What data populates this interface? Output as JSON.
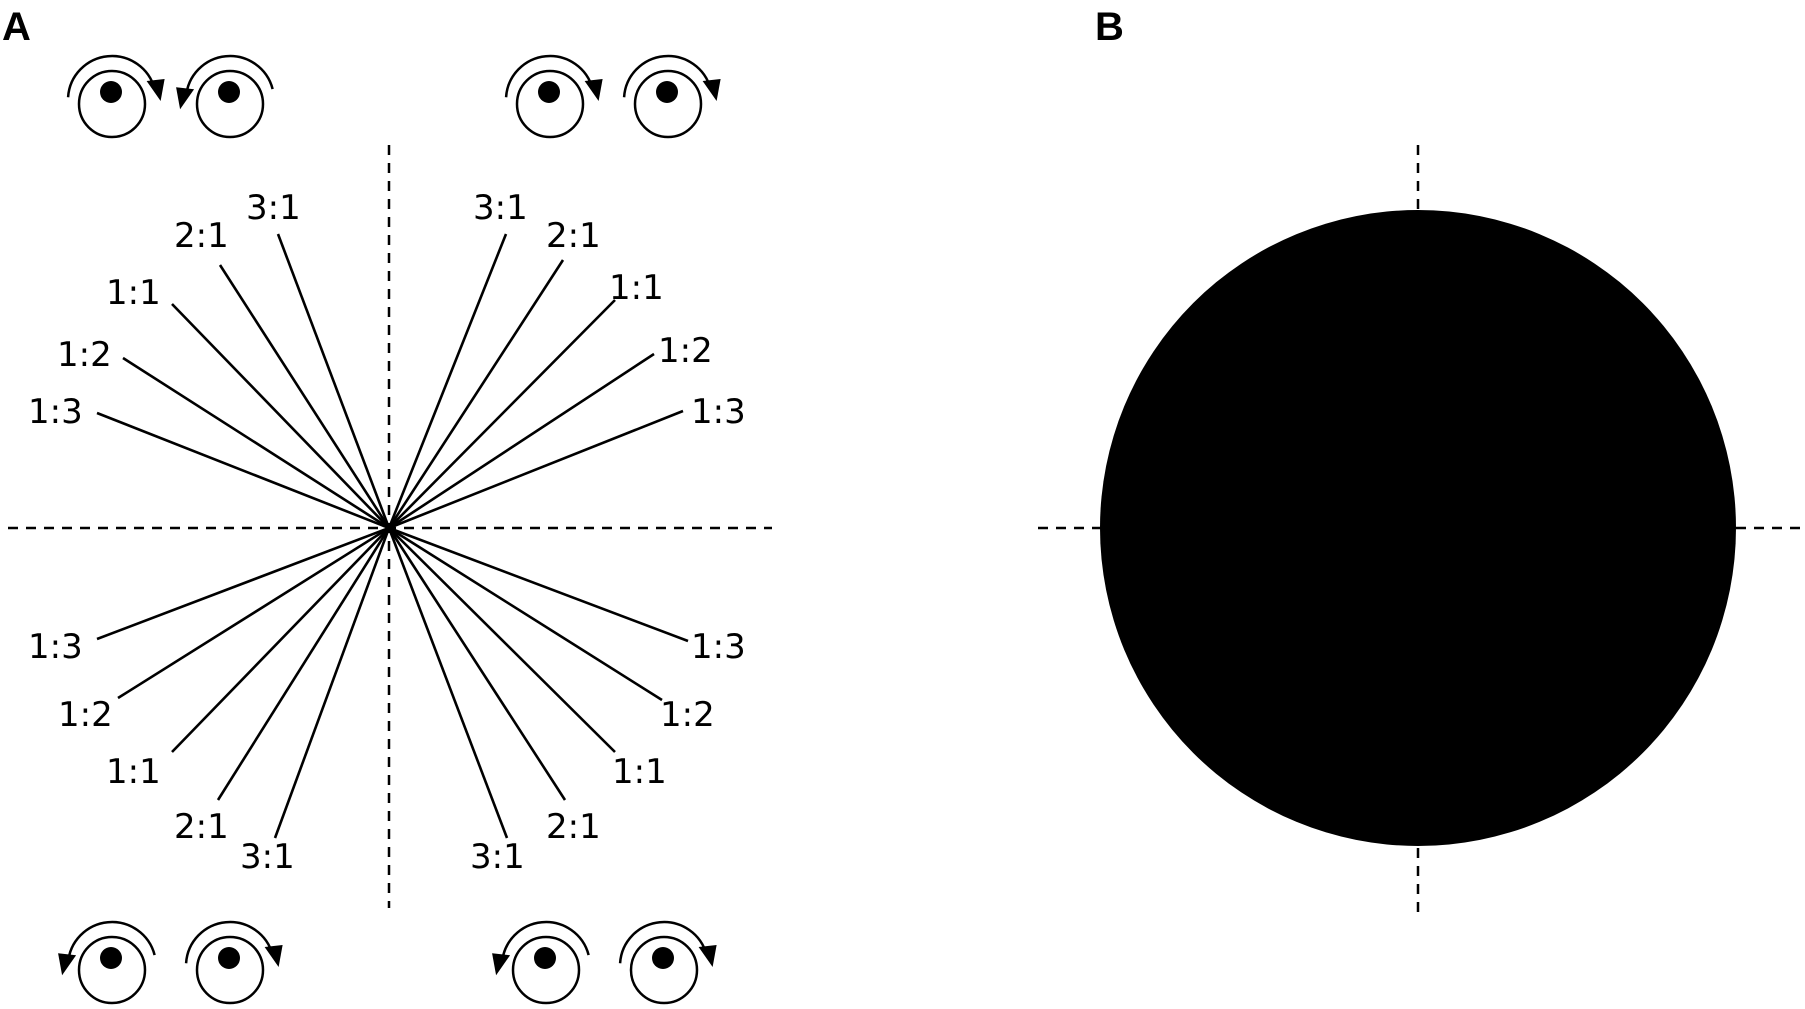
{
  "colors": {
    "ink": "#000000",
    "background": "#ffffff"
  },
  "panels": [
    {
      "id": "A",
      "label": "A"
    },
    {
      "id": "B",
      "label": "B"
    }
  ],
  "panel_a": {
    "axes": "dashed horizontal and vertical",
    "rays": {
      "upper_left": [
        "1:3",
        "1:2",
        "1:1",
        "2:1",
        "3:1"
      ],
      "upper_right": [
        "3:1",
        "2:1",
        "1:1",
        "1:2",
        "1:3"
      ],
      "lower_left": [
        "1:3",
        "1:2",
        "1:1",
        "2:1",
        "3:1"
      ],
      "lower_right": [
        "1:3",
        "1:2",
        "1:1",
        "2:1",
        "3:1"
      ]
    },
    "eye_icons": {
      "top_left": [
        {
          "rotation": "clockwise"
        },
        {
          "rotation": "counterclockwise"
        }
      ],
      "top_right": [
        {
          "rotation": "clockwise"
        },
        {
          "rotation": "clockwise"
        }
      ],
      "bottom_left": [
        {
          "rotation": "counterclockwise"
        },
        {
          "rotation": "clockwise"
        }
      ],
      "bottom_right": [
        {
          "rotation": "counterclockwise"
        },
        {
          "rotation": "clockwise"
        }
      ]
    }
  },
  "panel_b": {
    "shape": "filled black disc",
    "axes": "dashed crosshair"
  }
}
